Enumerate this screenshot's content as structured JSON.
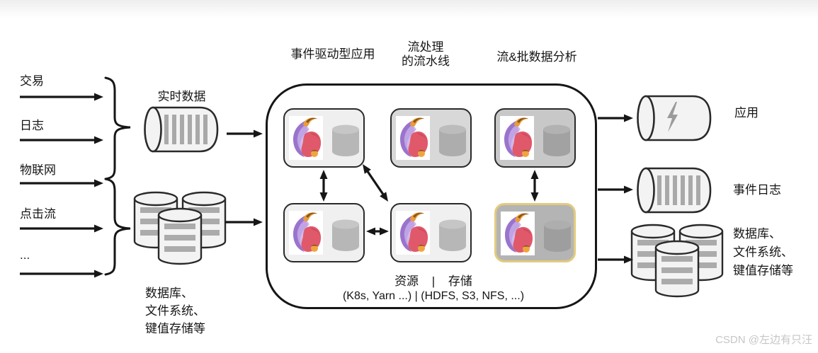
{
  "diagram": {
    "sources": {
      "items": [
        {
          "label": "交易"
        },
        {
          "label": "日志"
        },
        {
          "label": "物联网"
        },
        {
          "label": "点击流"
        },
        {
          "label": "..."
        }
      ]
    },
    "inputs": {
      "realtime": {
        "label": "实时数据"
      },
      "storage": {
        "lines": [
          "数据库、",
          "文件系统、",
          "键值存储等"
        ]
      }
    },
    "cluster": {
      "headers": [
        {
          "lines": [
            "事件驱动型应用"
          ]
        },
        {
          "lines": [
            "流处理",
            "的流水线"
          ]
        },
        {
          "lines": [
            "流&批数据分析"
          ]
        }
      ],
      "footer": {
        "line1": "资源 | 存储",
        "line2": "(K8s, Yarn ...) | (HDFS, S3, NFS, ...)"
      }
    },
    "outputs": {
      "app": {
        "label": "应用"
      },
      "event_log": {
        "label": "事件日志"
      },
      "storage": {
        "lines": [
          "数据库、",
          "文件系统、",
          "键值存储等"
        ]
      }
    },
    "colors": {
      "line": "#161616",
      "node_light": "#efefef",
      "node_mid": "#d8d8d8",
      "node_dark": "#c8c8c8",
      "node_darker": "#b4b4b4",
      "highlight_border": "#e2cb7e",
      "stripe_gray": "#a9a9a9"
    }
  },
  "watermark": {
    "text": "CSDN @左边有只汪"
  }
}
